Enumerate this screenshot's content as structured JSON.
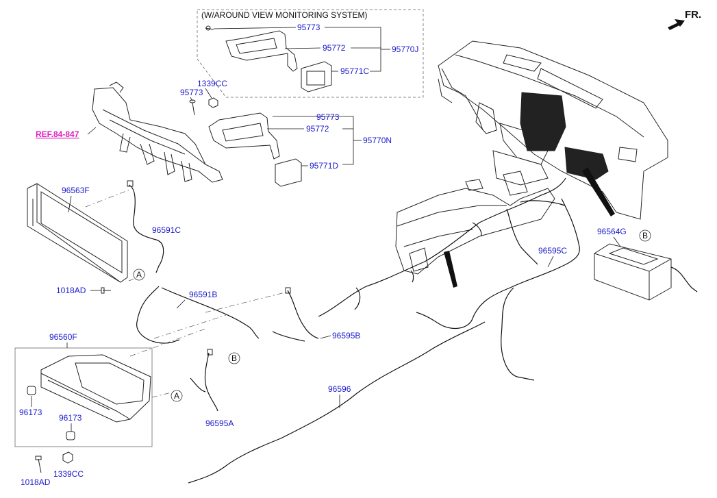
{
  "header": {
    "fr_label": "FR."
  },
  "group_avm": {
    "title": "(W/AROUND VIEW MONITORING SYSTEM)"
  },
  "labels": {
    "avm_95773": "95773",
    "avm_95772": "95772",
    "avm_95771c": "95771C",
    "avm_95770j": "95770J",
    "p1339cc_top": "1339CC",
    "p95773_mid": "95773",
    "p95773_right": "95773",
    "p95772_mid": "95772",
    "p95770n": "95770N",
    "p95771d": "95771D",
    "ref_84_847": "REF.84-847",
    "p96563f": "96563F",
    "p96591c": "96591C",
    "p1018ad_mid": "1018AD",
    "p96591b": "96591B",
    "p96560f": "96560F",
    "p96173_left": "96173",
    "p96173_right": "96173",
    "p1018ad_bottom": "1018AD",
    "p1339cc_bottom": "1339CC",
    "p96595a": "96595A",
    "p96595b": "96595B",
    "p96596": "96596",
    "p96595c": "96595C",
    "p96564g": "96564G"
  },
  "callouts": {
    "a1": "A",
    "a2": "A",
    "b1": "B",
    "b2": "B"
  },
  "icons": {
    "direction": "arrow-forward-icon"
  }
}
